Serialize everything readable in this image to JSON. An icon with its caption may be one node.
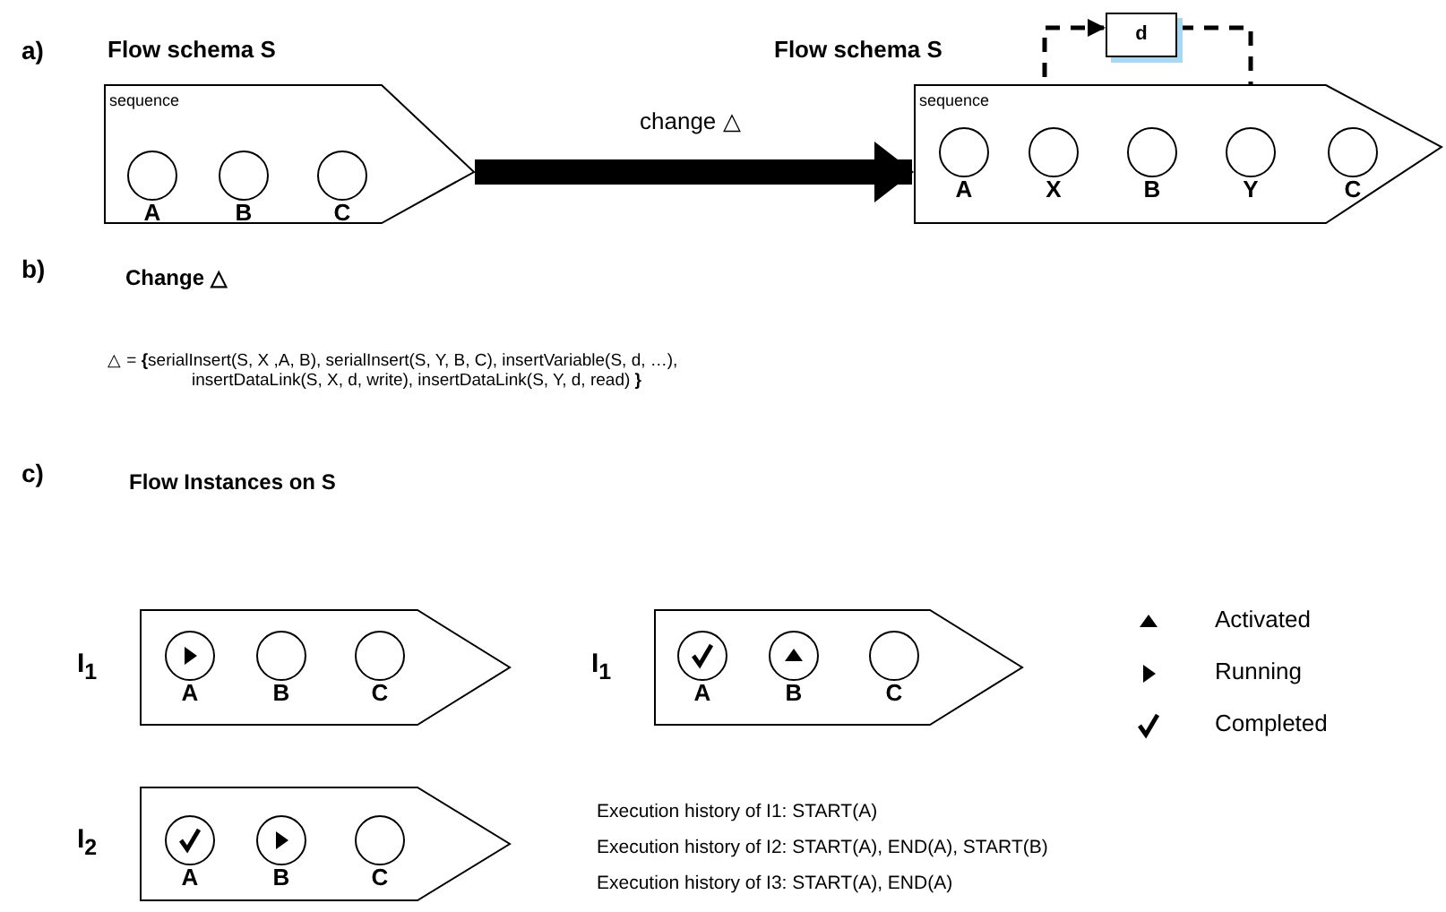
{
  "diagram": {
    "nodes": [
      {
        "text": [
          "Flow schema S",
          "sequence"
        ]
      },
      {
        "text": [
          "A"
        ],
        "in": 0
      },
      {
        "text": [
          "B"
        ],
        "in": 0
      },
      {
        "text": [
          "C"
        ],
        "in": 0
      },
      {
        "text": [
          "Flow schema S",
          "sequence"
        ]
      },
      {
        "text": [
          "A"
        ],
        "in": 4
      },
      {
        "text": [
          "X"
        ],
        "in": 4
      },
      {
        "text": [
          "B"
        ],
        "in": 4
      },
      {
        "text": [
          "Y"
        ],
        "in": 4
      },
      {
        "text": [
          "C"
        ],
        "in": 4
      },
      {
        "text": [
          "d"
        ]
      },
      {
        "text": [],
        "shape": "pentagon",
        "beside": [
          "I$_{1}$"
        ]
      },
      {
        "text": [
          "A"
        ],
        "in": 11
      },
      {
        "text": [],
        "shape": "triangle",
        "in": 12
      },
      {
        "text": [
          "B"
        ],
        "in": 11
      },
      {
        "text": [
          "C"
        ],
        "in": 11
      },
      {
        "text": [],
        "shape": "pentagon",
        "beside": [
          "I$_{1}$"
        ]
      },
      {
        "text": [
          "A"
        ],
        "in": 16
      },
      {
        "text": [],
        "shape": "check",
        "in": 17
      },
      {
        "text": [
          "B"
        ],
        "in": 16
      },
      {
        "text": [],
        "shape": "triangle",
        "in": 19
      },
      {
        "text": [
          "C"
        ],
        "in": 16
      },
      {
        "text": [],
        "shape": "pentagon",
        "beside": [
          "I$_{2}$"
        ]
      },
      {
        "text": [
          "A"
        ],
        "in": 22
      },
      {
        "text": [],
        "shape": "check",
        "in": 23
      },
      {
        "text": [
          "B"
        ],
        "in": 22
      },
      {
        "text": [],
        "shape": "triangle",
        "in": 25
      },
      {
        "text": [
          "C"
        ],
        "in": 22
      }
    ],
    "edges": [
      {
        "from": 0,
        "to": 4,
        "arrow": "to",
        "label": "change △",
        "style": "thick"
      },
      {
        "from": 6,
        "to": 10,
        "arrow": "to",
        "style": "dashed"
      },
      {
        "from": 10,
        "to": 8,
        "arrow": "to",
        "style": "dashed"
      }
    ],
    "labels": [
      "a)",
      "b)",
      "Change △",
      "△  =  **{**serialInsert(S, X ,A, B),  serialInsert(S, Y, B, C), insertVariable(S, d, …), insertDataLink(S, X, d, write), insertDataLink(S, Y, d, read) **}**",
      "c)",
      "Flow Instances on S",
      "Execution history of I1: START(A)",
      "Execution history of I2: START(A), END(A), START(B)",
      "Execution history of I3: START(A), END(A)"
    ],
    "legend": [
      {
        "text": "Activated"
      },
      {
        "text": "Running"
      },
      {
        "text": "Completed"
      }
    ]
  }
}
